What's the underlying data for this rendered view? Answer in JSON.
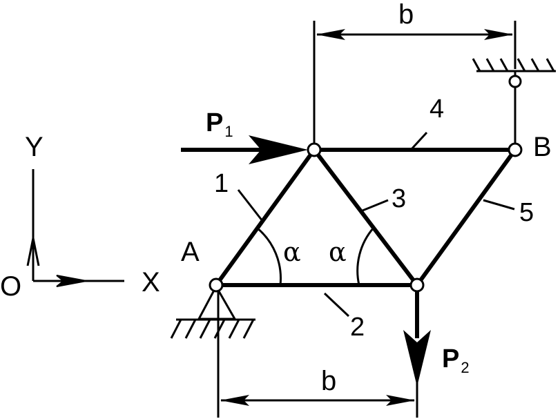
{
  "axes": {
    "x_label": "X",
    "y_label": "Y",
    "origin_label": "O"
  },
  "nodes": {
    "a_label": "A",
    "b_label": "B"
  },
  "members": {
    "m1": "1",
    "m2": "2",
    "m3": "3",
    "m4": "4",
    "m5": "5"
  },
  "angles": {
    "alpha_left": "α",
    "alpha_right": "α"
  },
  "forces": {
    "p1_main": "P",
    "p1_sub": "1",
    "p2_main": "P",
    "p2_sub": "2"
  },
  "dimensions": {
    "top_b": "b",
    "bottom_b": "b"
  }
}
